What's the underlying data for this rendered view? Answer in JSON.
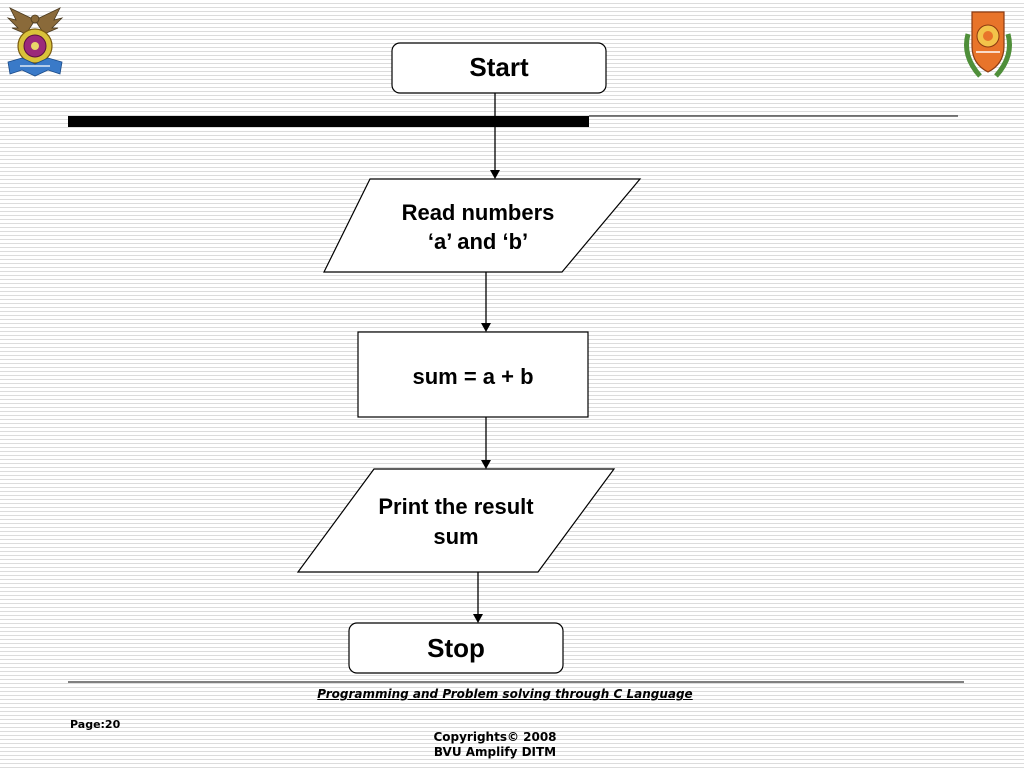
{
  "flowchart": {
    "start": {
      "label": "Start"
    },
    "read_input": {
      "line1": "Read numbers",
      "line2": "‘a’ and ‘b’"
    },
    "process": {
      "label": "sum = a + b"
    },
    "output": {
      "line1": "Print the result",
      "line2": "sum"
    },
    "stop": {
      "label": "Stop"
    }
  },
  "footer": {
    "title": "Programming and Problem solving through C Language",
    "page_label": "Page:20",
    "copyright_line1": "Copyrights© 2008",
    "copyright_line2": "BVU Amplify DITM"
  },
  "colors": {
    "stroke": "#000000",
    "header_bar": "#000000",
    "stripe": "#dcdcdc",
    "logo_right_accent": "#e8742a",
    "logo_wreath": "#4f8f3a"
  },
  "icons": {
    "left_logo": "university-emblem-icon",
    "right_logo": "institute-crest-icon"
  }
}
